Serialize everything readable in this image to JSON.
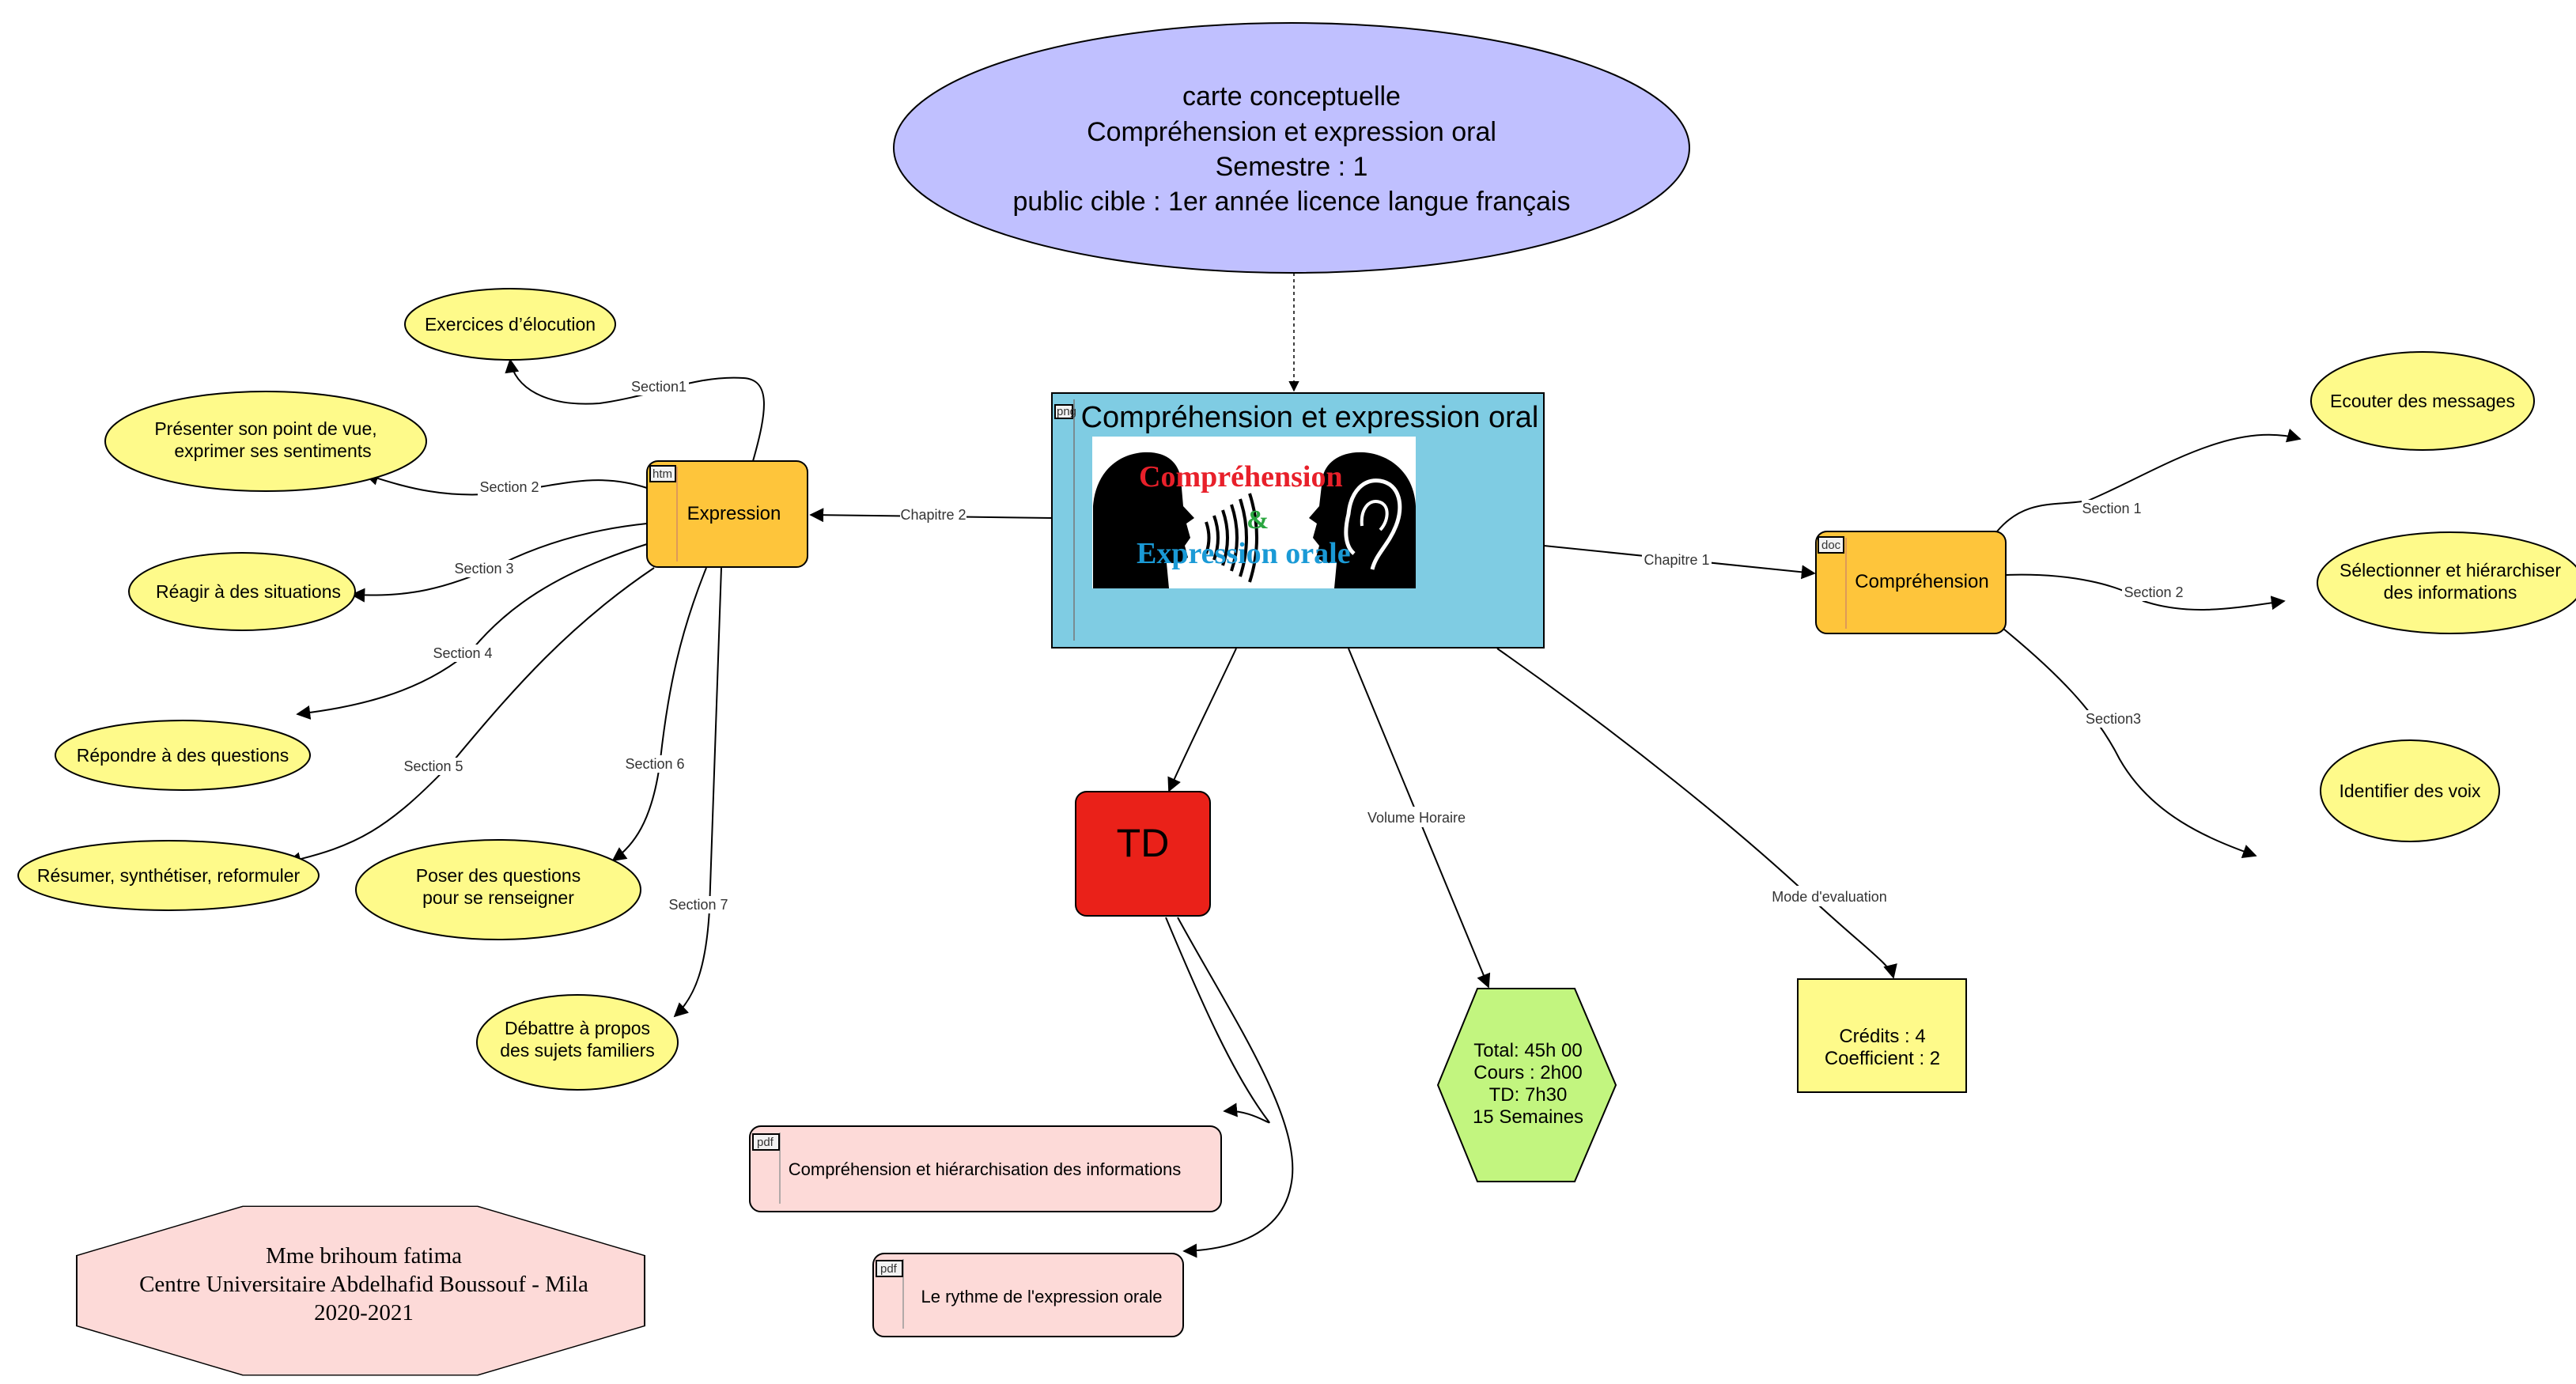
{
  "title_node": {
    "lines": [
      "carte conceptuelle",
      "Compréhension et expression oral",
      "Semestre : 1",
      "public cible : 1er année licence langue français"
    ],
    "color": "#c0c0ff"
  },
  "central_node": {
    "badge": "png",
    "title": "Compréhension et expression oral",
    "image": {
      "line1": "Compréhension",
      "line2": "&",
      "line3": "Expression orale",
      "colors": {
        "line1": "#e8202a",
        "line2": "#2aa640",
        "line3": "#1a9ad6"
      }
    },
    "color": "#7fcce3"
  },
  "expression_node": {
    "badge": "htm",
    "label": "Expression",
    "color": "#fec53b"
  },
  "comprehension_node": {
    "badge": "doc",
    "label": "Compréhension",
    "color": "#fec53b"
  },
  "td_node": {
    "label": "TD",
    "color": "#ea2119"
  },
  "volume_node": {
    "lines": [
      "Total: 45h 00",
      "Cours : 2h00",
      "TD: 7h30",
      "15 Semaines"
    ],
    "color": "#c2f57f"
  },
  "evaluation_node": {
    "lines": [
      "Crédits : 4",
      "Coefficient : 2"
    ],
    "color": "#fefa8a"
  },
  "author_node": {
    "lines": [
      "Mme brihoum fatima",
      "Centre Universitaire Abdelhafid Boussouf - Mila",
      "2020-2021"
    ],
    "color": "#fddad8"
  },
  "expression_sections": [
    {
      "edge_label": "Section1",
      "lines": [
        "Exercices d’élocution"
      ]
    },
    {
      "edge_label": "Section 2",
      "lines": [
        "Présenter son point de vue,",
        "exprimer  ses sentiments"
      ]
    },
    {
      "edge_label": "Section 3",
      "lines": [
        "Réagir à des situations"
      ]
    },
    {
      "edge_label": "Section 4",
      "lines": [
        "Répondre à des questions"
      ]
    },
    {
      "edge_label": "Section 5",
      "lines": [
        "Résumer, synthétiser, reformuler"
      ]
    },
    {
      "edge_label": "Section 6",
      "lines": [
        "Poser des questions",
        "pour se renseigner"
      ]
    },
    {
      "edge_label": "Section 7",
      "lines": [
        "Débattre à propos",
        "des sujets familiers"
      ]
    }
  ],
  "comprehension_sections": [
    {
      "edge_label": "Section 1",
      "lines": [
        "Ecouter des messages"
      ]
    },
    {
      "edge_label": "Section 2",
      "lines": [
        "Sélectionner et hiérarchiser",
        "des informations"
      ]
    },
    {
      "edge_label": "Section3",
      "lines": [
        "Identifier des voix"
      ]
    }
  ],
  "td_resources": [
    {
      "badge": "pdf",
      "label": "Compréhension et hiérarchisation des informations"
    },
    {
      "badge": "pdf",
      "label": "Le rythme  de l'expression orale"
    }
  ],
  "edge_labels": {
    "chapitre1": "Chapitre 1",
    "chapitre2": "Chapitre 2",
    "volume": "Volume Horaire",
    "evaluation": "Mode d'evaluation"
  },
  "leaf_color": "#fefa8a",
  "resource_color": "#fddad8"
}
